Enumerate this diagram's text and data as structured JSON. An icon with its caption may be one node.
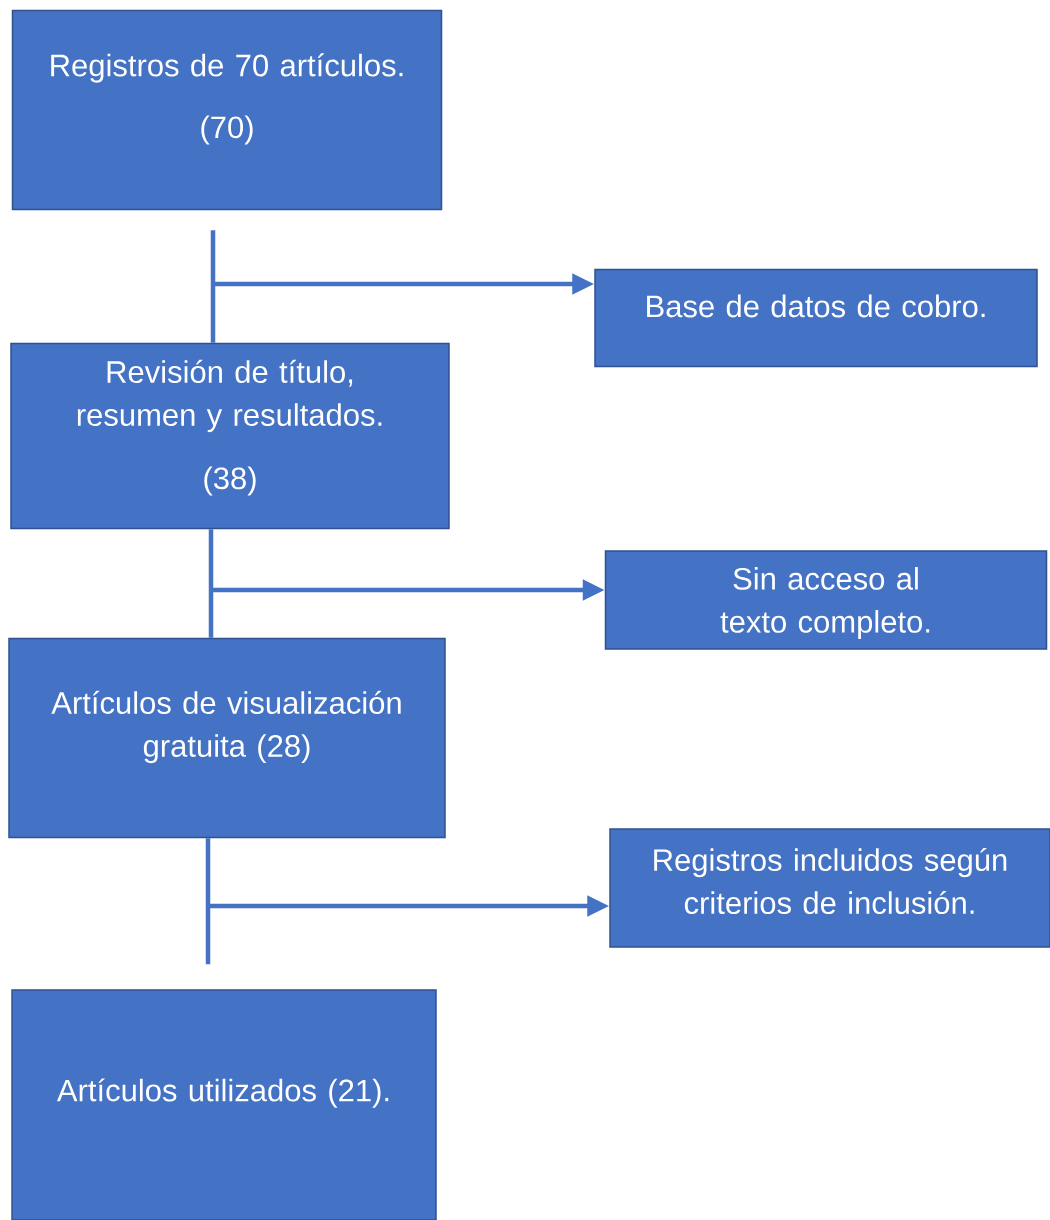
{
  "diagram": {
    "nodes": [
      {
        "text": [
          "Registros de 70 artículos.",
          "(70)"
        ]
      },
      {
        "text": [
          "Base de datos de cobro."
        ]
      },
      {
        "text": [
          "Revisión de título, resumen y resultados.",
          "(38)"
        ]
      },
      {
        "text": [
          "Sin acceso al texto completo."
        ]
      },
      {
        "text": [
          "Artículos de visualización gratuita (28)"
        ]
      },
      {
        "text": [
          "Registros incluidos según criterios de inclusión."
        ]
      },
      {
        "text": [
          "Artículos utilizados (21)."
        ]
      }
    ],
    "edges": [
      {
        "from": 0,
        "to": 2,
        "arrow": "none"
      },
      {
        "from": null,
        "to": 1,
        "arrow": "to"
      },
      {
        "from": 2,
        "to": 4,
        "arrow": "none"
      },
      {
        "from": null,
        "to": 3,
        "arrow": "to"
      },
      {
        "from": 4,
        "to": 6,
        "arrow": "none"
      },
      {
        "from": null,
        "to": 5,
        "arrow": "to"
      }
    ]
  }
}
